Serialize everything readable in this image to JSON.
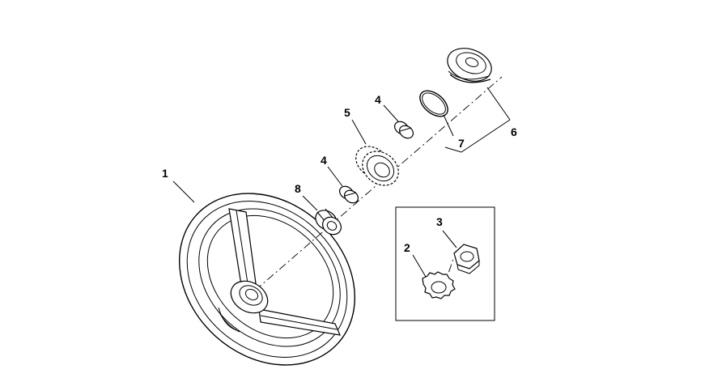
{
  "diagram": {
    "callouts": [
      {
        "id": "steering-wheel",
        "label": "1"
      },
      {
        "id": "lock-washer",
        "label": "2"
      },
      {
        "id": "nut",
        "label": "3"
      },
      {
        "id": "bushing-upper",
        "label": "4"
      },
      {
        "id": "spline-adapter",
        "label": "5"
      },
      {
        "id": "cap-assembly",
        "label": "6"
      },
      {
        "id": "o-ring",
        "label": "7"
      },
      {
        "id": "bushing-lower",
        "label": "4"
      },
      {
        "id": "bearing",
        "label": "8"
      }
    ]
  },
  "colors": {
    "line": "#000000",
    "fill": "#ffffff",
    "shade": "#d9d9d9"
  }
}
